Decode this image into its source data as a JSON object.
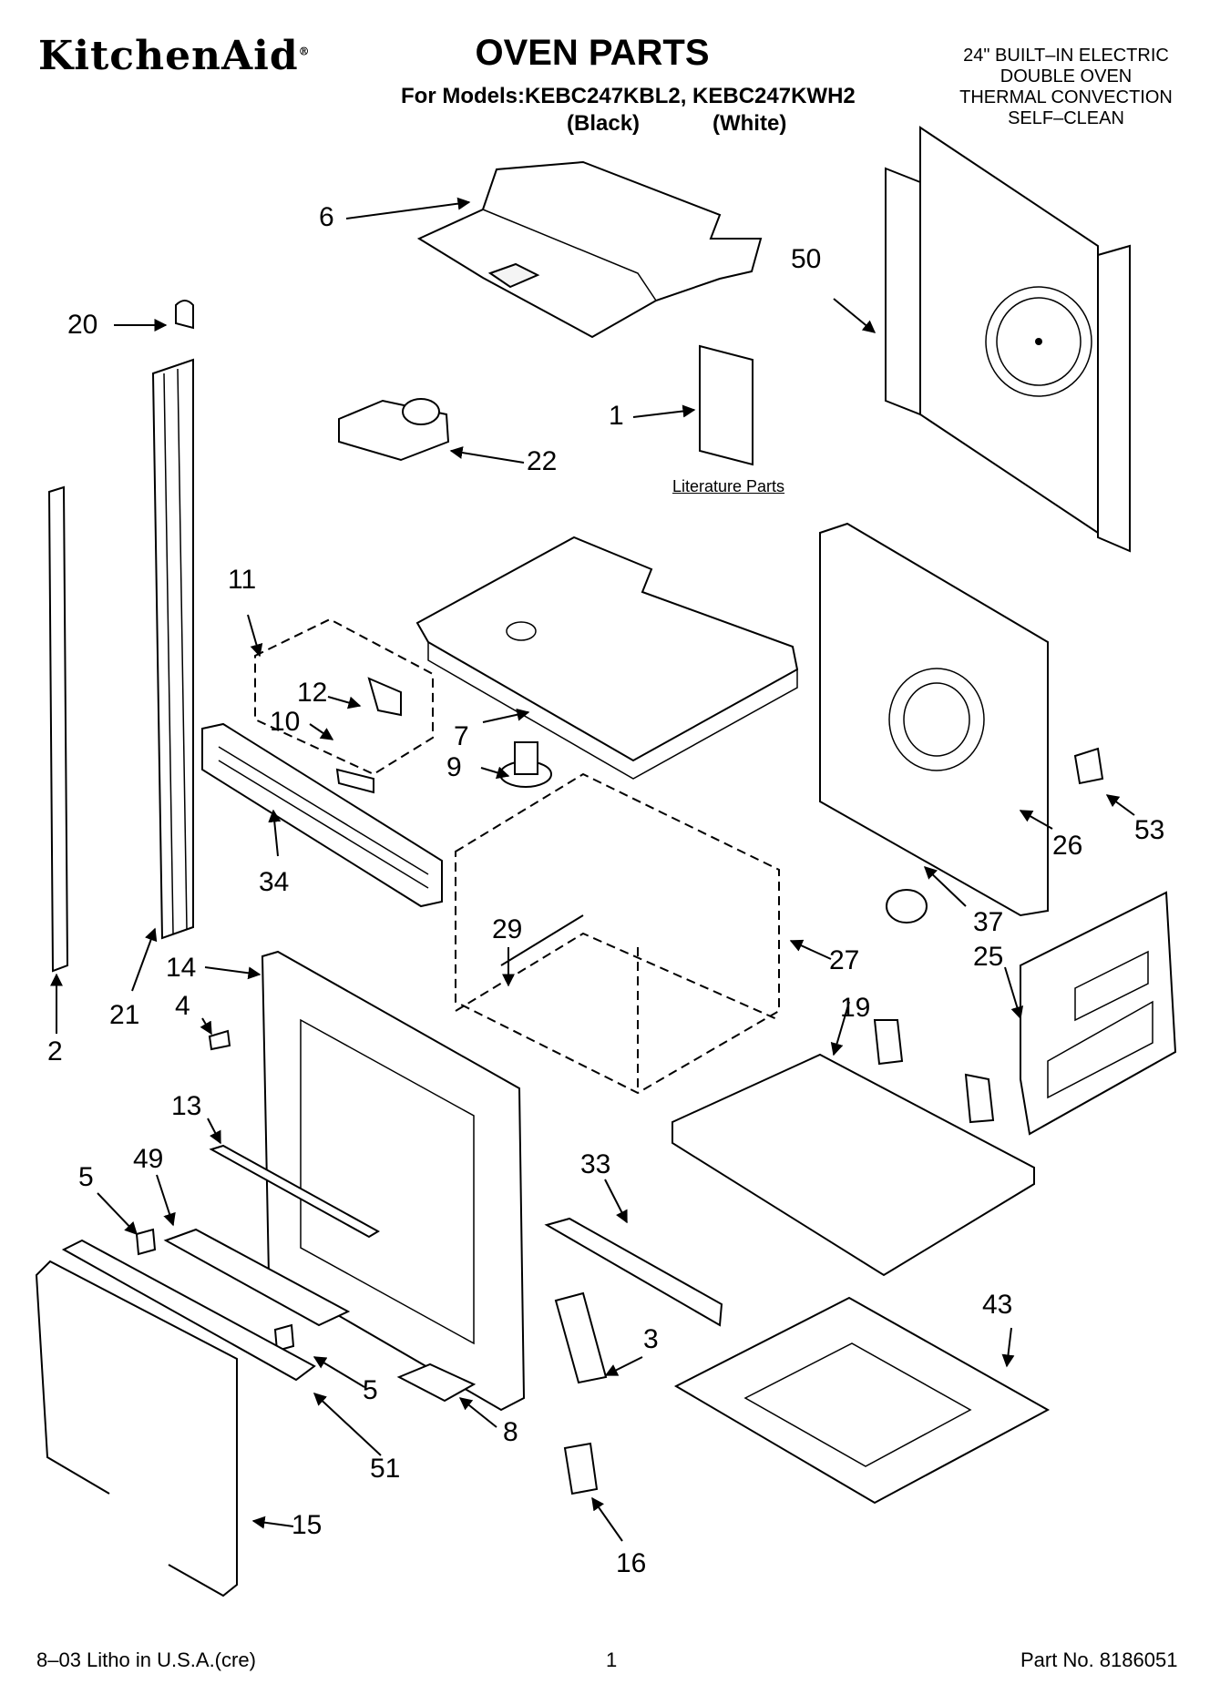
{
  "header": {
    "brand": "KitchenAid",
    "brand_mark": "®",
    "title": "OVEN PARTS",
    "models_line": "For Models:KEBC247KBL2, KEBC247KWH2",
    "variant_black": "(Black)",
    "variant_white": "(White)",
    "description": [
      "24\" BUILT–IN ELECTRIC",
      "DOUBLE OVEN",
      "THERMAL CONVECTION",
      "SELF–CLEAN"
    ]
  },
  "literature_label": "Literature Parts",
  "callouts": [
    "6",
    "50",
    "20",
    "1",
    "22",
    "11",
    "12",
    "10",
    "7",
    "9",
    "34",
    "53",
    "26",
    "29",
    "27",
    "37",
    "25",
    "14",
    "21",
    "4",
    "2",
    "19",
    "13",
    "33",
    "49",
    "5",
    "43",
    "3",
    "5",
    "8",
    "51",
    "15",
    "16"
  ],
  "footer": {
    "litho": "8–03 Litho in U.S.A.(cre)",
    "page": "1",
    "part_no": "Part No. 8186051"
  }
}
